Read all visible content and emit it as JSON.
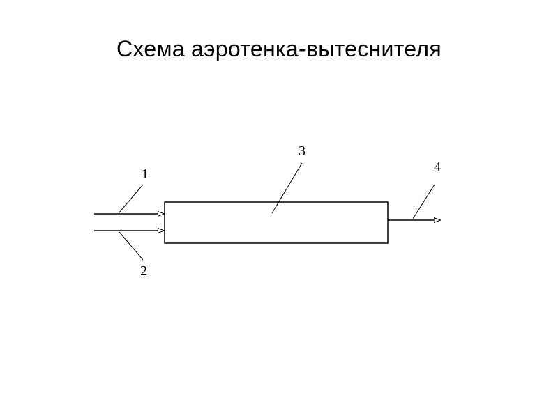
{
  "title": "Схема аэротенка-вытеснителя",
  "labels": {
    "inlet_1": "1",
    "inlet_2": "2",
    "tank": "3",
    "outlet": "4"
  },
  "colors": {
    "line": "#000000",
    "background": "#ffffff"
  }
}
